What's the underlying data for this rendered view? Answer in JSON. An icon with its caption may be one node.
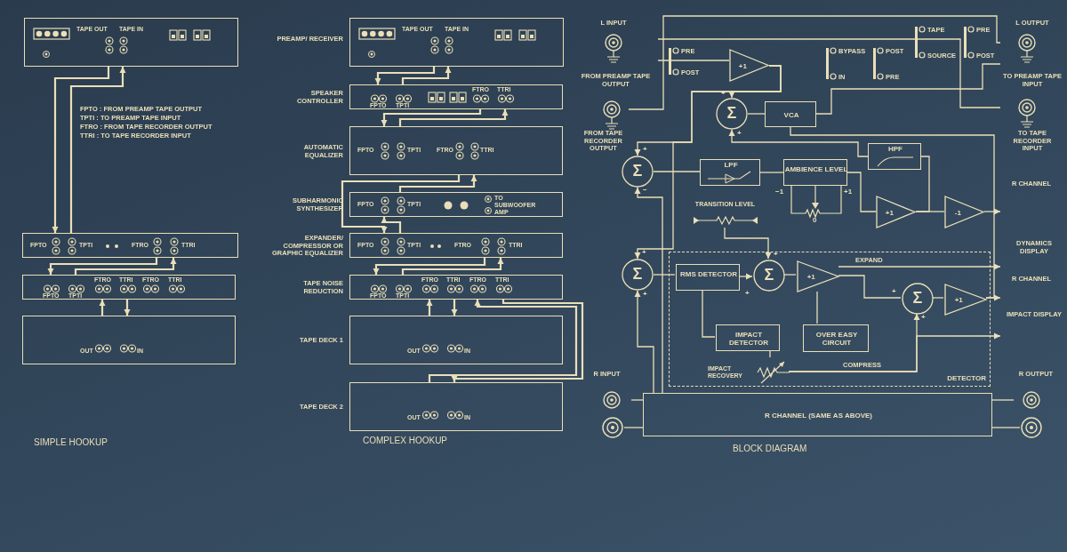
{
  "diagram": {
    "nodes": [
      {
        "text": [
          "TAPE OUT",
          "TAPE IN"
        ]
      },
      {
        "text": [
          "FPTO",
          "TPTI",
          "FTRO",
          "TTRI"
        ]
      },
      {
        "text": [
          "FTRO",
          "TTRI",
          "FTRO",
          "TTRI",
          "FPTO",
          "TPTI"
        ]
      },
      {
        "text": [
          "OUT",
          "IN"
        ]
      },
      {
        "text": [
          "TAPE OUT",
          "TAPE IN"
        ],
        "beside": [
          "PREAMP/ RECEIVER"
        ]
      },
      {
        "text": [
          "FPTO",
          "TPTI",
          "FTRO",
          "TTRI"
        ],
        "beside": [
          "SPEAKER CONTROLLER"
        ]
      },
      {
        "text": [
          "FPTO",
          "TPTI",
          "FTRO",
          "TTRI"
        ],
        "beside": [
          "AUTOMATIC EQUALIZER"
        ]
      },
      {
        "text": [
          "FPTO",
          "TPTI",
          "TO SUBWOOFER AMP"
        ],
        "beside": [
          "SUBHARMONIC SYNTHESIZER"
        ]
      },
      {
        "text": [
          "FPTO",
          "TPTI",
          "FTRO",
          "TTRI"
        ],
        "beside": [
          "EXPANDER/ COMPRESSOR OR GRAPHIC EQUALIZER"
        ]
      },
      {
        "text": [
          "FTRO",
          "TTRI",
          "FTRO",
          "TTRI",
          "FPTO",
          "TPTI"
        ],
        "beside": [
          "TAPE NOISE REDUCTION"
        ]
      },
      {
        "text": [
          "OUT",
          "IN"
        ],
        "beside": [
          "TAPE DECK 1"
        ]
      },
      {
        "text": [
          "OUT",
          "IN"
        ],
        "beside": [
          "TAPE DECK 2"
        ]
      },
      {
        "text": [
          "L INPUT",
          "FROM PREAMP TAPE OUTPUT"
        ]
      },
      {
        "text": [
          "FROM TAPE RECORDER OUTPUT"
        ]
      },
      {
        "text": [
          "L OUTPUT",
          "TO PREAMP TAPE INPUT"
        ]
      },
      {
        "text": [
          "TO TAPE RECORDER INPUT"
        ]
      },
      {
        "text": [
          "+1"
        ]
      },
      {
        "text": [
          "Σ"
        ]
      },
      {
        "text": [
          "VCA"
        ]
      },
      {
        "text": [
          "Σ"
        ]
      },
      {
        "text": [
          "LPF"
        ]
      },
      {
        "text": [
          "AMBIENCE LEVEL"
        ]
      },
      {
        "text": [
          "HPF"
        ]
      },
      {
        "text": [
          "+1"
        ]
      },
      {
        "text": [
          "-1"
        ]
      },
      {
        "text": [
          "Σ"
        ]
      },
      {
        "text": [
          "DETECTOR"
        ]
      },
      {
        "text": [
          "RMS DETECTOR"
        ],
        "in": 26
      },
      {
        "text": [
          "Σ"
        ],
        "in": 26
      },
      {
        "text": [
          "+1"
        ],
        "in": 26
      },
      {
        "text": [
          "Σ"
        ],
        "in": 26
      },
      {
        "text": [
          "+1"
        ],
        "in": 26
      },
      {
        "text": [
          "IMPACT DETECTOR"
        ],
        "in": 26
      },
      {
        "text": [
          "OVER EASY CIRCUIT"
        ],
        "in": 26
      },
      {
        "text": [
          "R CHANNEL (SAME AS ABOVE)"
        ]
      },
      {
        "text": [
          "R INPUT"
        ]
      },
      {
        "text": [],
        "shape": "circle"
      },
      {
        "text": [
          "R OUTPUT"
        ]
      },
      {
        "text": [],
        "shape": "circle"
      },
      {
        "text": [
          "R CHANNEL"
        ]
      },
      {
        "text": [
          "DYNAMICS DISPLAY"
        ]
      },
      {
        "text": [
          "R CHANNEL"
        ]
      },
      {
        "text": [
          "IMPACT DISPLAY"
        ]
      },
      {
        "text": [
          "TRANSITION LEVEL"
        ]
      },
      {
        "text": [
          "IMPACT RECOVERY"
        ],
        "in": 26
      }
    ],
    "edges": [
      {
        "from": 0,
        "to": 1,
        "arrow": "to"
      },
      {
        "from": 1,
        "to": 0,
        "arrow": "to"
      },
      {
        "from": 1,
        "to": 2,
        "arrow": "to"
      },
      {
        "from": 2,
        "to": 1,
        "arrow": "to"
      },
      {
        "from": 3,
        "to": 2,
        "arrow": "to"
      },
      {
        "from": 2,
        "to": 3,
        "arrow": "to"
      },
      {
        "from": 4,
        "to": 5,
        "arrow": "to"
      },
      {
        "from": 5,
        "to": 4,
        "arrow": "to"
      },
      {
        "from": 5,
        "to": 6,
        "arrow": "to"
      },
      {
        "from": 6,
        "to": 5,
        "arrow": "to"
      },
      {
        "from": 6,
        "to": 8,
        "arrow": "to"
      },
      {
        "from": 7,
        "to": 6,
        "arrow": "to"
      },
      {
        "from": 8,
        "to": 7,
        "arrow": "to"
      },
      {
        "from": 8,
        "to": 9,
        "arrow": "to"
      },
      {
        "from": 9,
        "to": 8,
        "arrow": "to"
      },
      {
        "from": 10,
        "to": 9,
        "arrow": "to"
      },
      {
        "from": 9,
        "to": 10,
        "arrow": "to"
      },
      {
        "from": 11,
        "to": 9,
        "arrow": "to"
      },
      {
        "from": 9,
        "to": 11,
        "arrow": "to"
      },
      {
        "from": 12,
        "to": 16,
        "arrow": "none"
      },
      {
        "from": 13,
        "to": 14,
        "arrow": "none"
      },
      {
        "from": 16,
        "to": 17,
        "arrow": "to"
      },
      {
        "from": 17,
        "to": 18,
        "arrow": "none"
      },
      {
        "from": 18,
        "to": 14,
        "arrow": "none"
      },
      {
        "from": 12,
        "to": 15,
        "arrow": "none"
      },
      {
        "from": 16,
        "to": 19,
        "arrow": "to"
      },
      {
        "from": 16,
        "to": 25,
        "arrow": "to"
      },
      {
        "from": 19,
        "to": 20,
        "arrow": "none"
      },
      {
        "from": 20,
        "to": 21,
        "arrow": "none"
      },
      {
        "from": 21,
        "to": 23,
        "arrow": "none"
      },
      {
        "from": 23,
        "to": 24,
        "arrow": "none"
      },
      {
        "from": 24,
        "to": 39,
        "arrow": "to"
      },
      {
        "from": 23,
        "to": 22,
        "arrow": "none"
      },
      {
        "from": 22,
        "to": 17,
        "arrow": "to"
      },
      {
        "from": 31,
        "to": 18,
        "arrow": "none"
      },
      {
        "from": 25,
        "to": 27,
        "arrow": "none"
      },
      {
        "from": 27,
        "to": 28,
        "arrow": "to"
      },
      {
        "from": 28,
        "to": 29,
        "arrow": "none"
      },
      {
        "from": 29,
        "to": 30,
        "arrow": "none"
      },
      {
        "from": 30,
        "to": 31,
        "arrow": "none"
      },
      {
        "from": 31,
        "to": 41,
        "arrow": "to"
      },
      {
        "from": 29,
        "to": 40,
        "arrow": "to"
      },
      {
        "from": 29,
        "to": 33,
        "arrow": "none"
      },
      {
        "from": 27,
        "to": 32,
        "arrow": "none"
      },
      {
        "from": 32,
        "to": 44,
        "arrow": "none"
      },
      {
        "from": 44,
        "to": 30,
        "arrow": "to"
      },
      {
        "from": 44,
        "to": 42,
        "arrow": "to"
      },
      {
        "from": 43,
        "to": 28,
        "arrow": "to"
      },
      {
        "from": 34,
        "to": 25,
        "arrow": "to"
      },
      {
        "from": 34,
        "to": 19,
        "arrow": "to"
      },
      {
        "from": 35,
        "to": 34,
        "arrow": "none"
      },
      {
        "from": 36,
        "to": 34,
        "arrow": "none"
      },
      {
        "from": 34,
        "to": 37,
        "arrow": "none"
      },
      {
        "from": 34,
        "to": 38,
        "arrow": "none"
      }
    ],
    "labels": [
      "FPTO : FROM PREAMP TAPE OUTPUT",
      "TPTI : TO PREAMP TAPE INPUT",
      "FTRO : FROM TAPE RECORDER OUTPUT",
      "TTRI : TO TAPE RECORDER INPUT",
      "SIMPLE HOOKUP",
      "COMPLEX HOOKUP",
      "BLOCK DIAGRAM",
      "PRE",
      "POST",
      "BYPASS",
      "IN",
      "POST",
      "PRE",
      "TAPE",
      "SOURCE",
      "PRE",
      "POST",
      "+",
      "+",
      "+",
      "−",
      "−1",
      "+1",
      "0",
      "+",
      "+",
      "+",
      "+",
      "EXPAND",
      "+",
      "+",
      "COMPRESS"
    ]
  }
}
